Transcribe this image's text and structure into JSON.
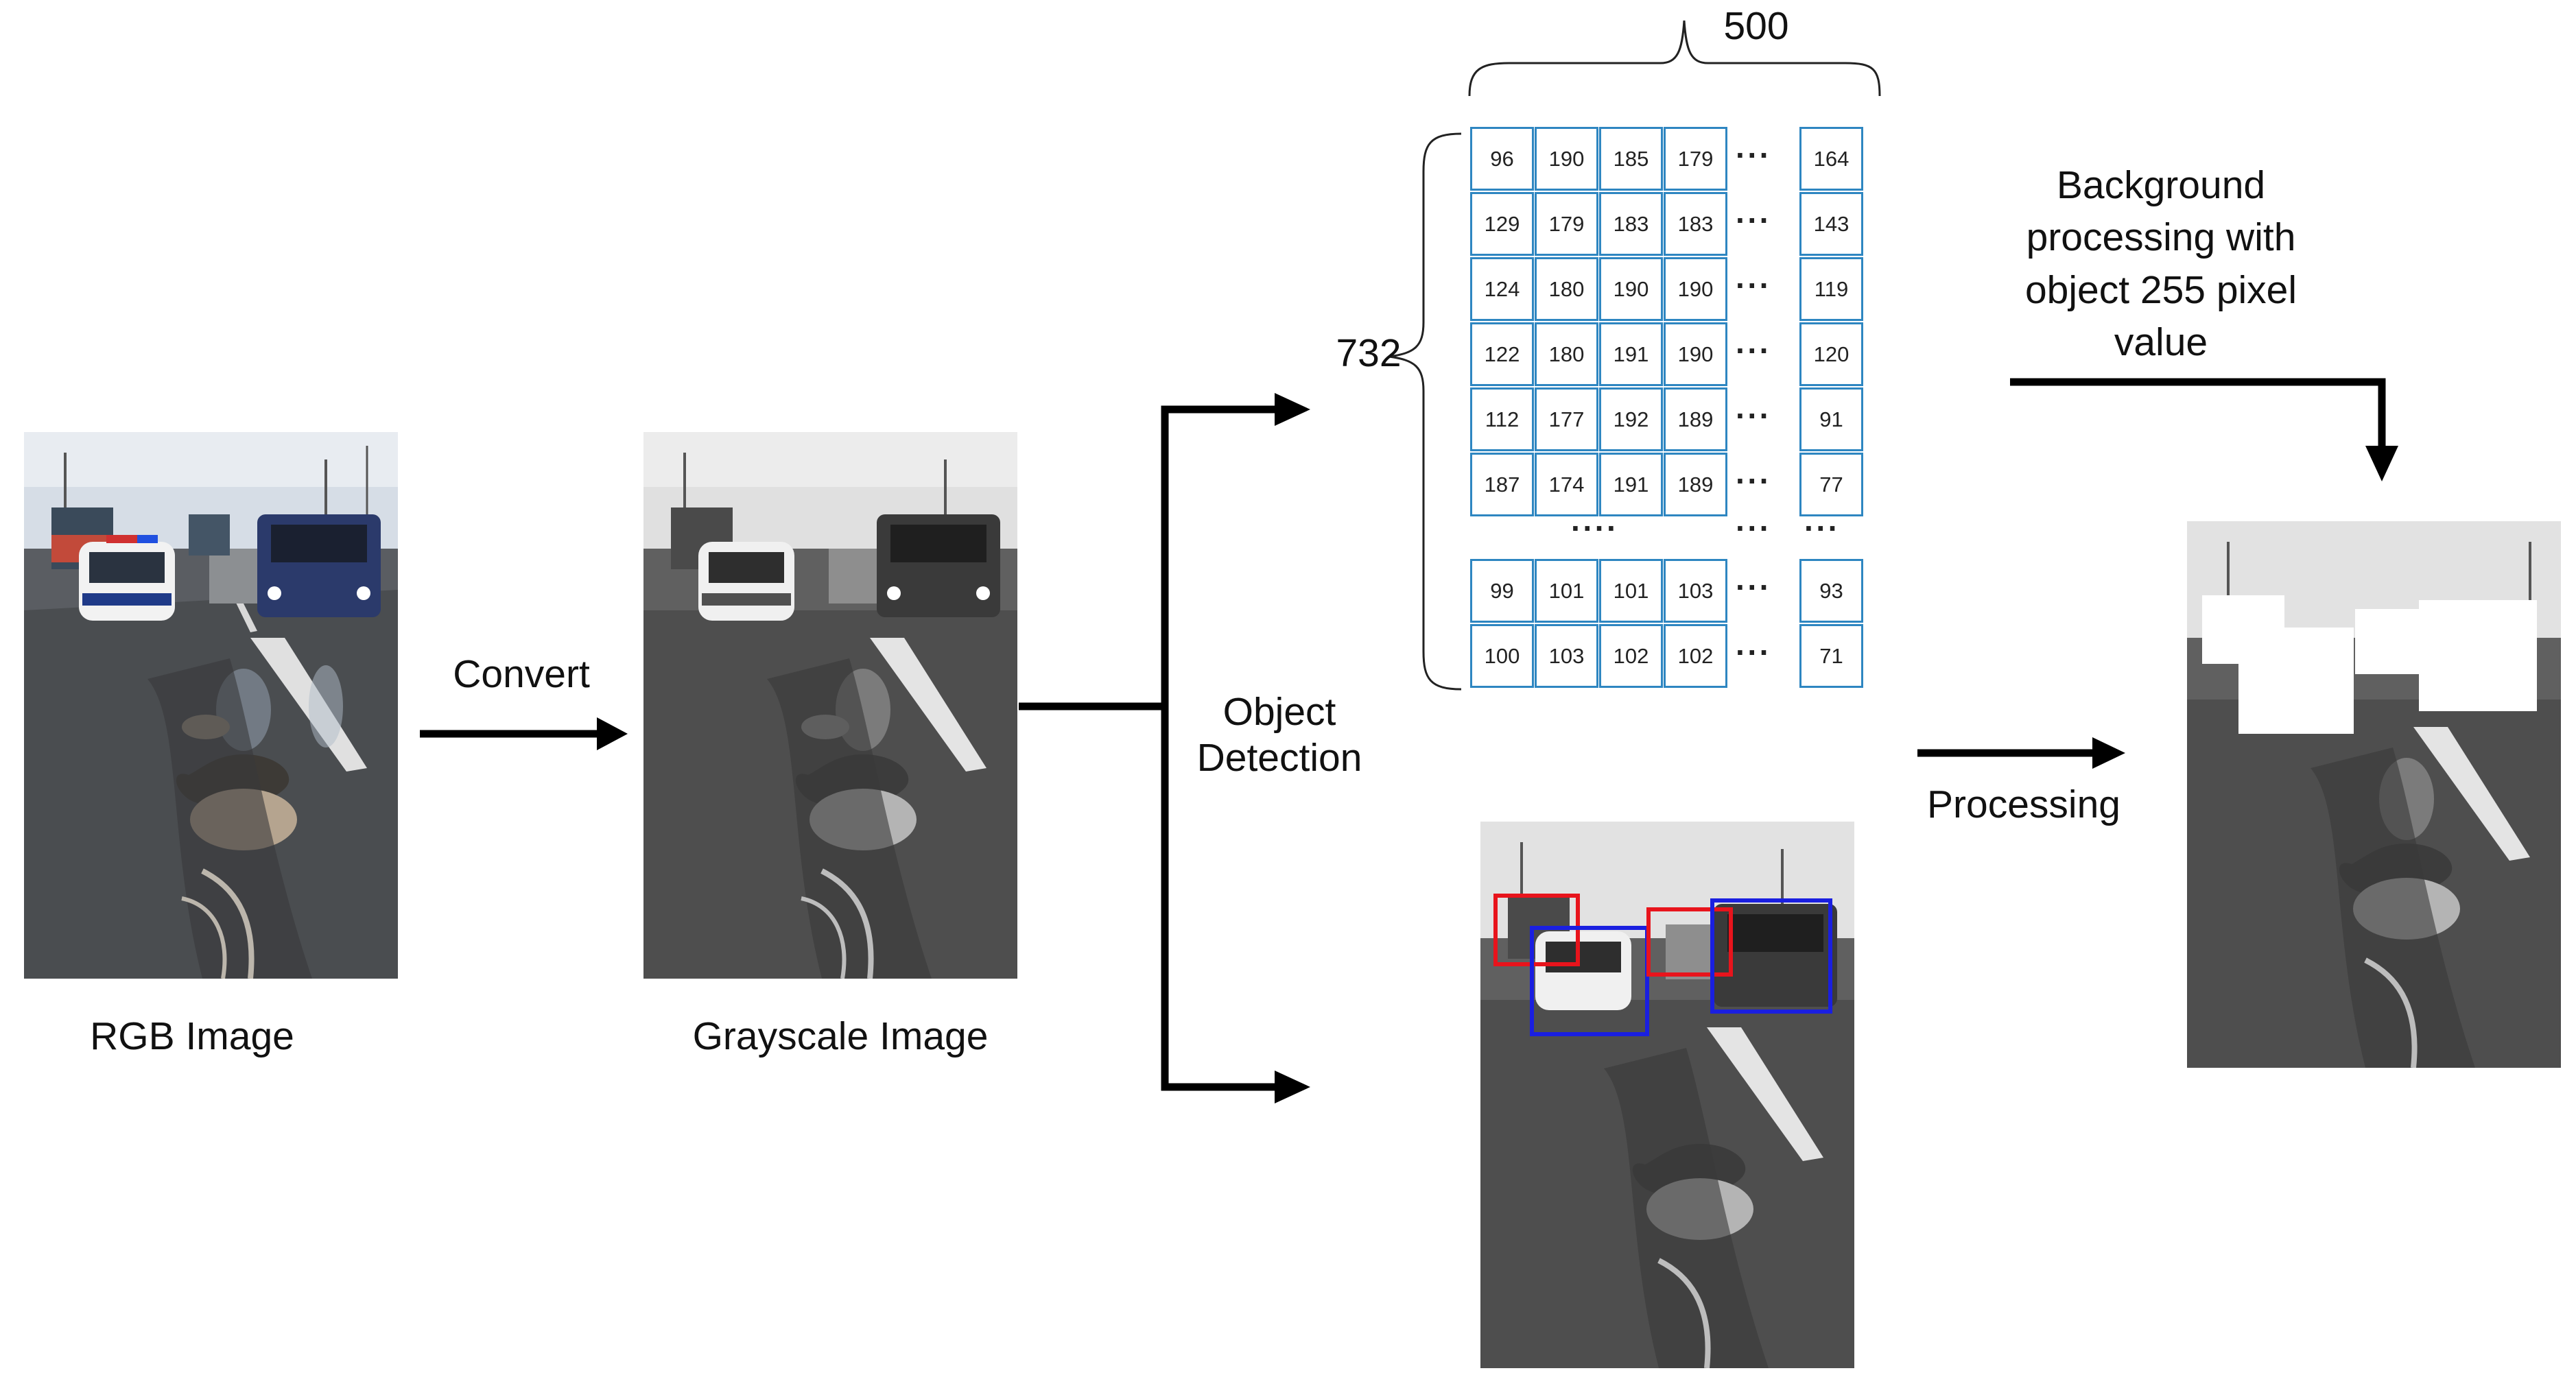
{
  "labels": {
    "rgb_image": "RGB Image",
    "grayscale_image": "Grayscale Image",
    "convert": "Convert",
    "object_detection_line1": "Object",
    "object_detection_line2": "Detection",
    "processing": "Processing",
    "width_dim": "500",
    "height_dim": "732",
    "background_line1": "Background",
    "background_line2": "processing with",
    "background_line3": "object 255 pixel",
    "background_line4": "value"
  },
  "matrix": {
    "top_rows": [
      [
        "96",
        "190",
        "185",
        "179",
        "164"
      ],
      [
        "129",
        "179",
        "183",
        "183",
        "143"
      ],
      [
        "124",
        "180",
        "190",
        "190",
        "119"
      ],
      [
        "122",
        "180",
        "191",
        "190",
        "120"
      ],
      [
        "112",
        "177",
        "192",
        "189",
        "91"
      ],
      [
        "187",
        "174",
        "191",
        "189",
        "77"
      ]
    ],
    "bottom_rows": [
      [
        "99",
        "101",
        "101",
        "103",
        "93"
      ],
      [
        "100",
        "103",
        "102",
        "102",
        "71"
      ]
    ],
    "h_ellipsis": "···",
    "v_ellipsis": "····"
  },
  "colors": {
    "matrix_border": "#2e86c1",
    "bbox_red": "#e8141c",
    "bbox_blue": "#1a1fe0",
    "arrow": "#000000"
  }
}
